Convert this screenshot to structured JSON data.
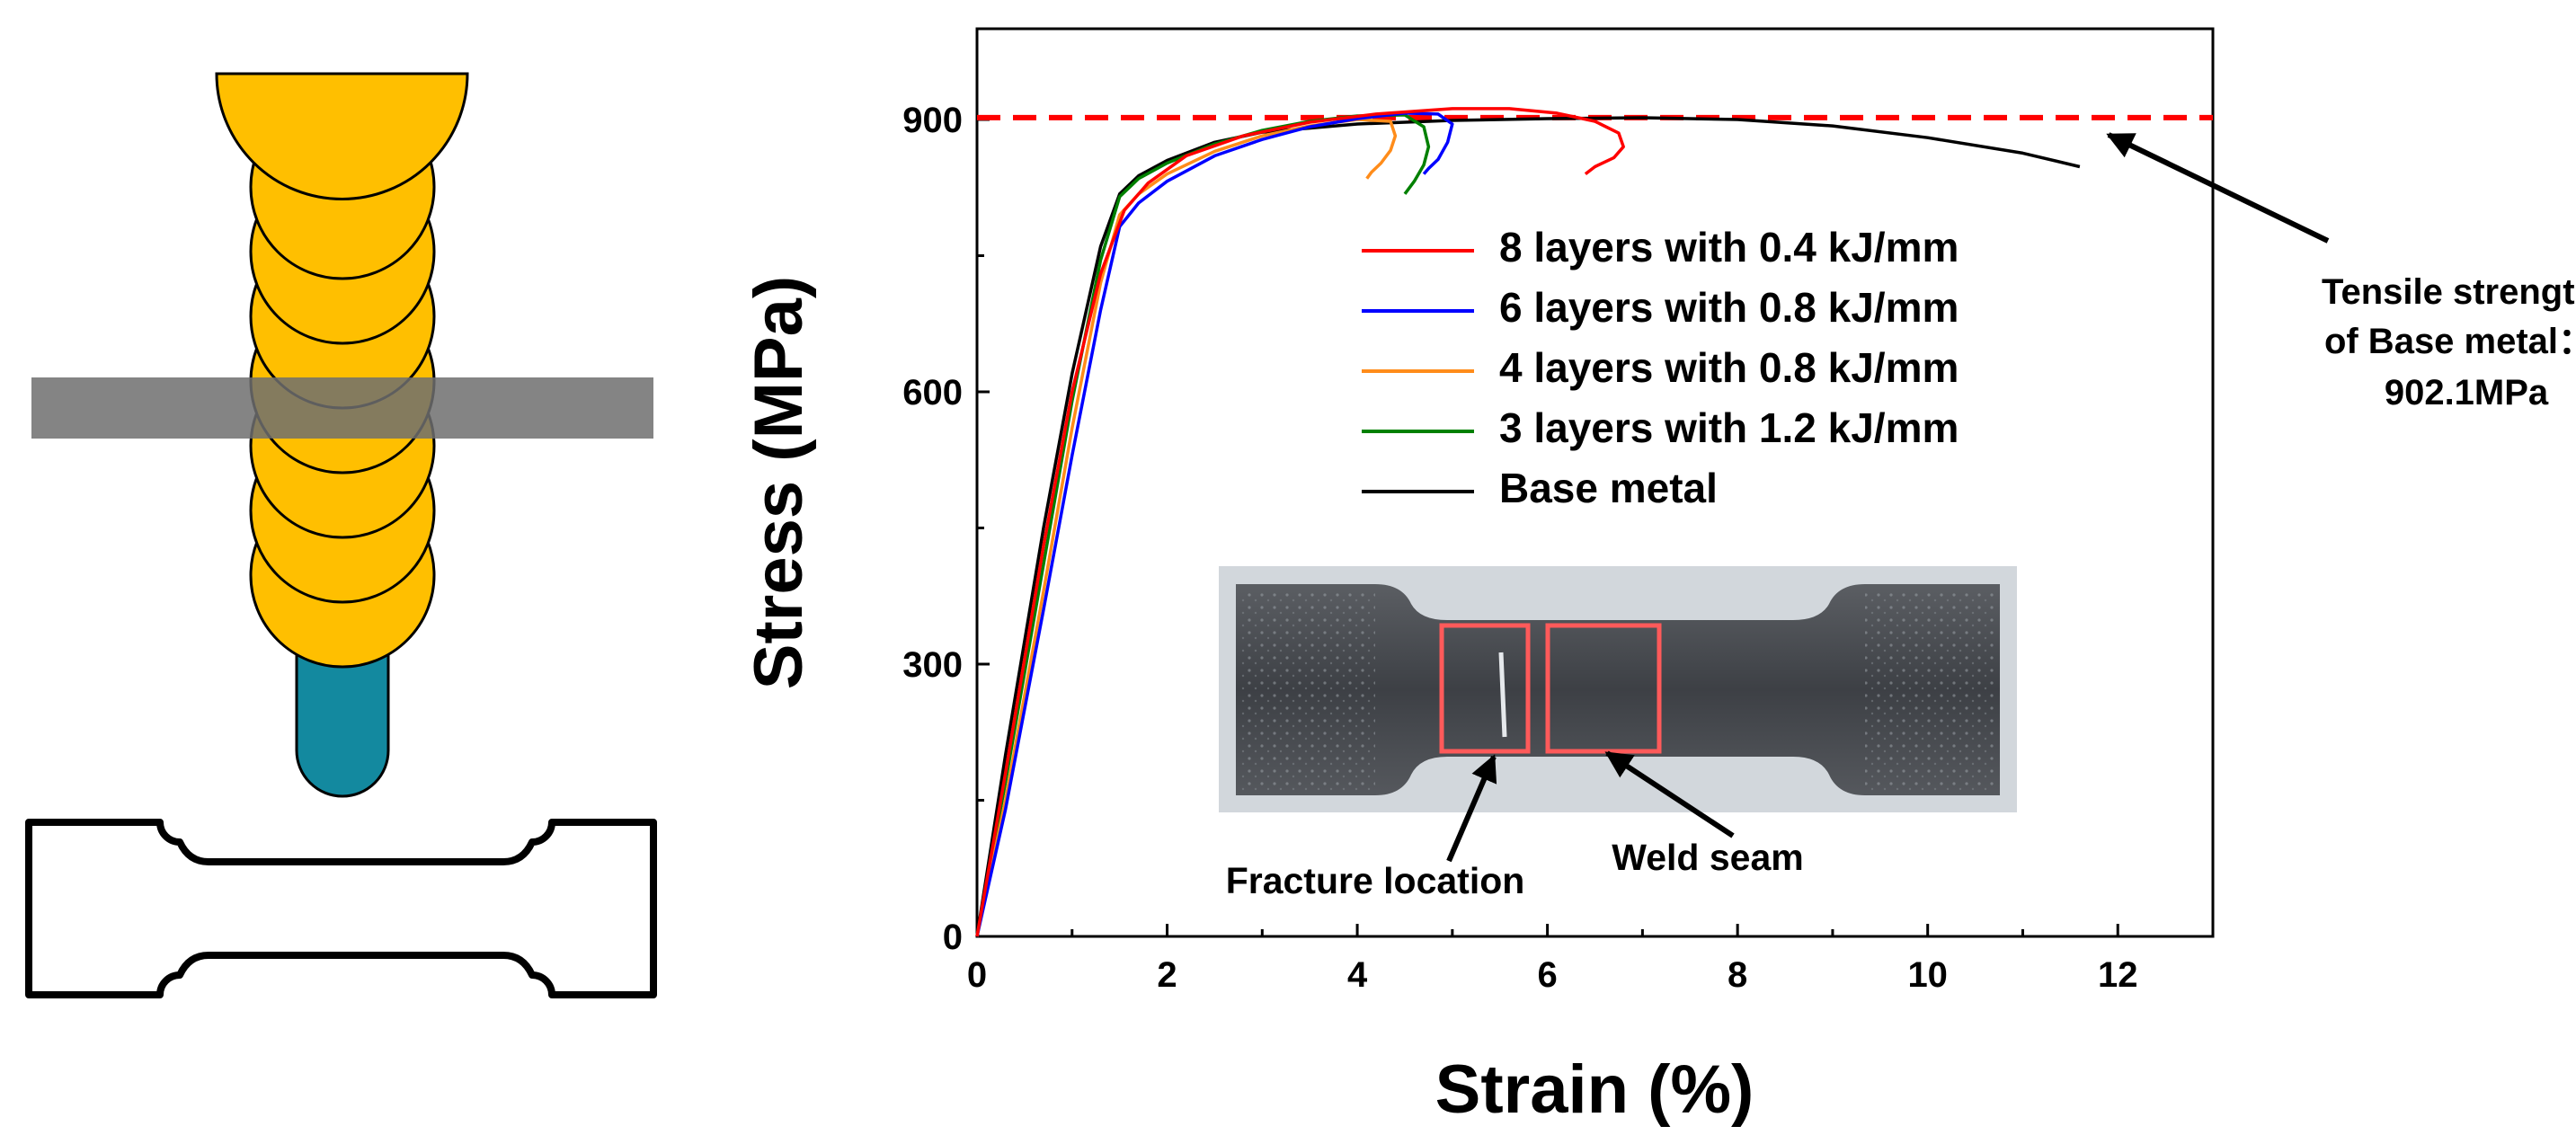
{
  "chart_data": {
    "type": "line",
    "xlabel": "Strain (%)",
    "ylabel": "Stress (MPa)",
    "xlim": [
      0,
      13
    ],
    "ylim": [
      0,
      1000
    ],
    "xticks": [
      0,
      2,
      4,
      6,
      8,
      10,
      12
    ],
    "yticks": [
      0,
      300,
      600,
      900
    ],
    "grid": false,
    "legend_position": "center-right",
    "series": [
      {
        "name": "8 layers with 0.4 kJ/mm",
        "color": "#ff0000",
        "x": [
          0,
          0.3,
          0.7,
          1.0,
          1.3,
          1.55,
          1.8,
          2.2,
          2.8,
          3.5,
          4.2,
          5.0,
          5.6,
          6.1,
          6.5,
          6.75,
          6.8,
          6.7,
          6.5,
          6.4
        ],
        "y": [
          0,
          180,
          430,
          600,
          730,
          800,
          830,
          860,
          882,
          897,
          906,
          912,
          912,
          907,
          898,
          885,
          870,
          858,
          848,
          840
        ]
      },
      {
        "name": "6 layers with 0.8 kJ/mm",
        "color": "#0000ff",
        "x": [
          0,
          0.3,
          0.7,
          1.0,
          1.3,
          1.5,
          1.7,
          2.0,
          2.5,
          3.0,
          3.5,
          4.0,
          4.5,
          4.85,
          5.0,
          4.95,
          4.85,
          4.75,
          4.7
        ],
        "y": [
          0,
          140,
          360,
          530,
          690,
          782,
          808,
          832,
          860,
          878,
          892,
          901,
          907,
          906,
          895,
          875,
          856,
          846,
          840
        ]
      },
      {
        "name": "4 layers with 0.8 kJ/mm",
        "color": "#ff8c1a",
        "x": [
          0,
          0.3,
          0.7,
          1.0,
          1.3,
          1.5,
          1.7,
          2.0,
          2.5,
          3.0,
          3.5,
          4.0,
          4.35,
          4.4,
          4.35,
          4.25,
          4.15,
          4.1
        ],
        "y": [
          0,
          150,
          380,
          560,
          720,
          795,
          818,
          840,
          865,
          882,
          893,
          900,
          898,
          882,
          866,
          852,
          842,
          835
        ]
      },
      {
        "name": "3 layers with 1.2 kJ/mm",
        "color": "#008000",
        "x": [
          0,
          0.3,
          0.7,
          1.0,
          1.3,
          1.5,
          1.7,
          2.0,
          2.5,
          3.0,
          3.5,
          4.0,
          4.5,
          4.7,
          4.75,
          4.7,
          4.6,
          4.5
        ],
        "y": [
          0,
          170,
          410,
          590,
          745,
          815,
          835,
          852,
          873,
          888,
          898,
          904,
          905,
          892,
          870,
          850,
          832,
          818
        ]
      },
      {
        "name": "Base metal",
        "color": "#000000",
        "x": [
          0,
          0.3,
          0.7,
          1.0,
          1.3,
          1.5,
          1.7,
          2.0,
          2.5,
          3.0,
          4.0,
          5.0,
          6.0,
          7.0,
          8.0,
          9.0,
          10.0,
          11.0,
          11.6
        ],
        "y": [
          0,
          200,
          450,
          620,
          760,
          818,
          838,
          855,
          875,
          886,
          895,
          899,
          901,
          902,
          900,
          893,
          880,
          863,
          848
        ]
      }
    ],
    "reference_line": {
      "value": 902.1,
      "color": "#ff0000",
      "style": "dashed"
    },
    "annotations": {
      "tensile_line1": "Tensile strength",
      "tensile_line2": "of Base metal：",
      "tensile_line3": "902.1MPa",
      "fracture": "Fracture location",
      "weld": "Weld seam"
    }
  },
  "colors": {
    "deposit": "#ffbf00",
    "substrate": "#13899f",
    "band": "#6e6e6e"
  }
}
